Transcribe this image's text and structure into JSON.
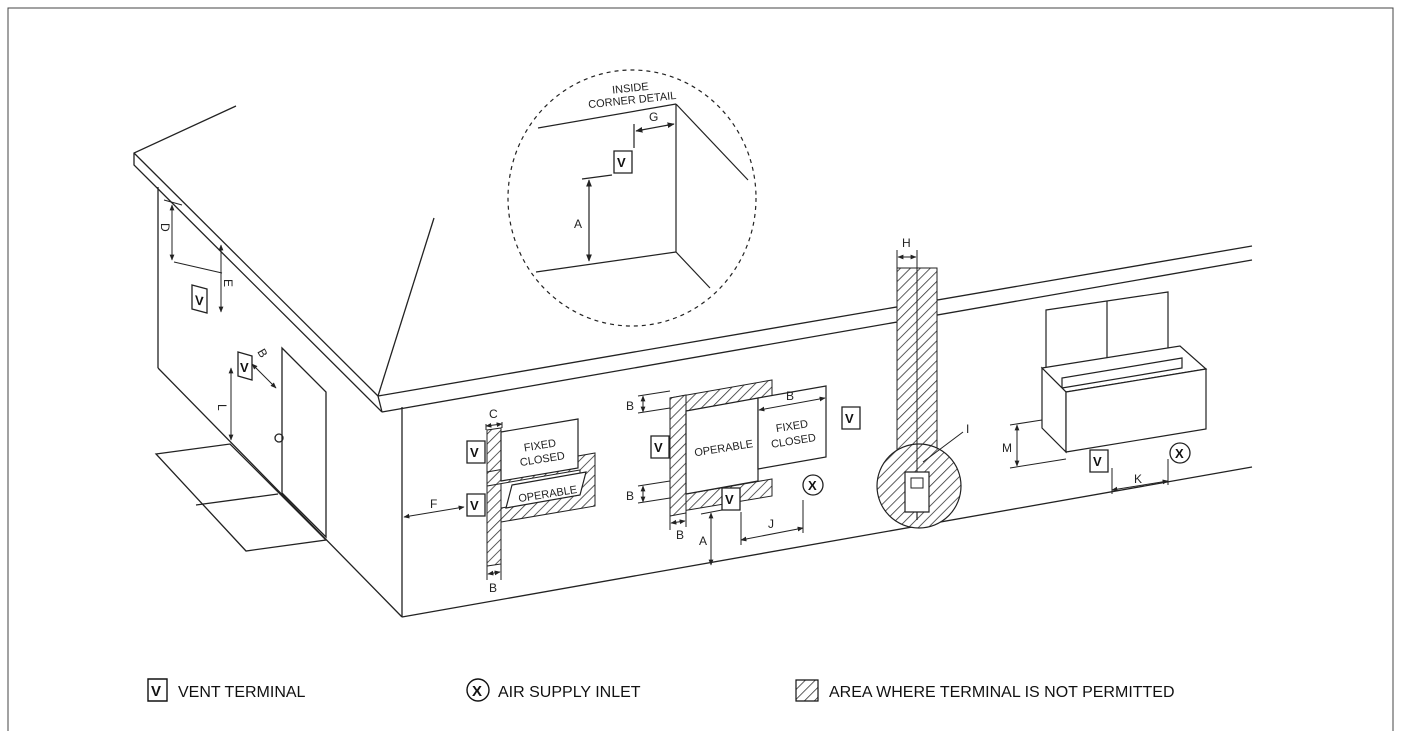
{
  "detail": {
    "title_line1": "INSIDE",
    "title_line2": "CORNER DETAIL",
    "dim_g": "G",
    "dim_a": "A",
    "vent": "V"
  },
  "house": {
    "dim_d": "D",
    "dim_e": "E",
    "dim_b_door": "B",
    "dim_l": "L",
    "dim_f": "F",
    "dim_c": "C",
    "dim_b_left_bottom": "B",
    "dim_b_top": "B",
    "dim_b_right": "B",
    "dim_b_mid": "B",
    "dim_b_bottom": "B",
    "dim_a_wall": "A",
    "dim_j": "J",
    "dim_h": "H",
    "dim_i": "I",
    "dim_m": "M",
    "dim_k": "K",
    "window1_fixed_line1": "FIXED",
    "window1_fixed_line2": "CLOSED",
    "window1_operable": "OPERABLE",
    "window2_operable": "OPERABLE",
    "window2_fixed_line1": "FIXED",
    "window2_fixed_line2": "CLOSED",
    "vent": "V",
    "inlet": "X"
  },
  "legend": {
    "vent_symbol": "V",
    "vent_label": "VENT TERMINAL",
    "inlet_symbol": "X",
    "inlet_label": "AIR SUPPLY INLET",
    "hatch_label": "AREA WHERE TERMINAL IS NOT PERMITTED"
  }
}
